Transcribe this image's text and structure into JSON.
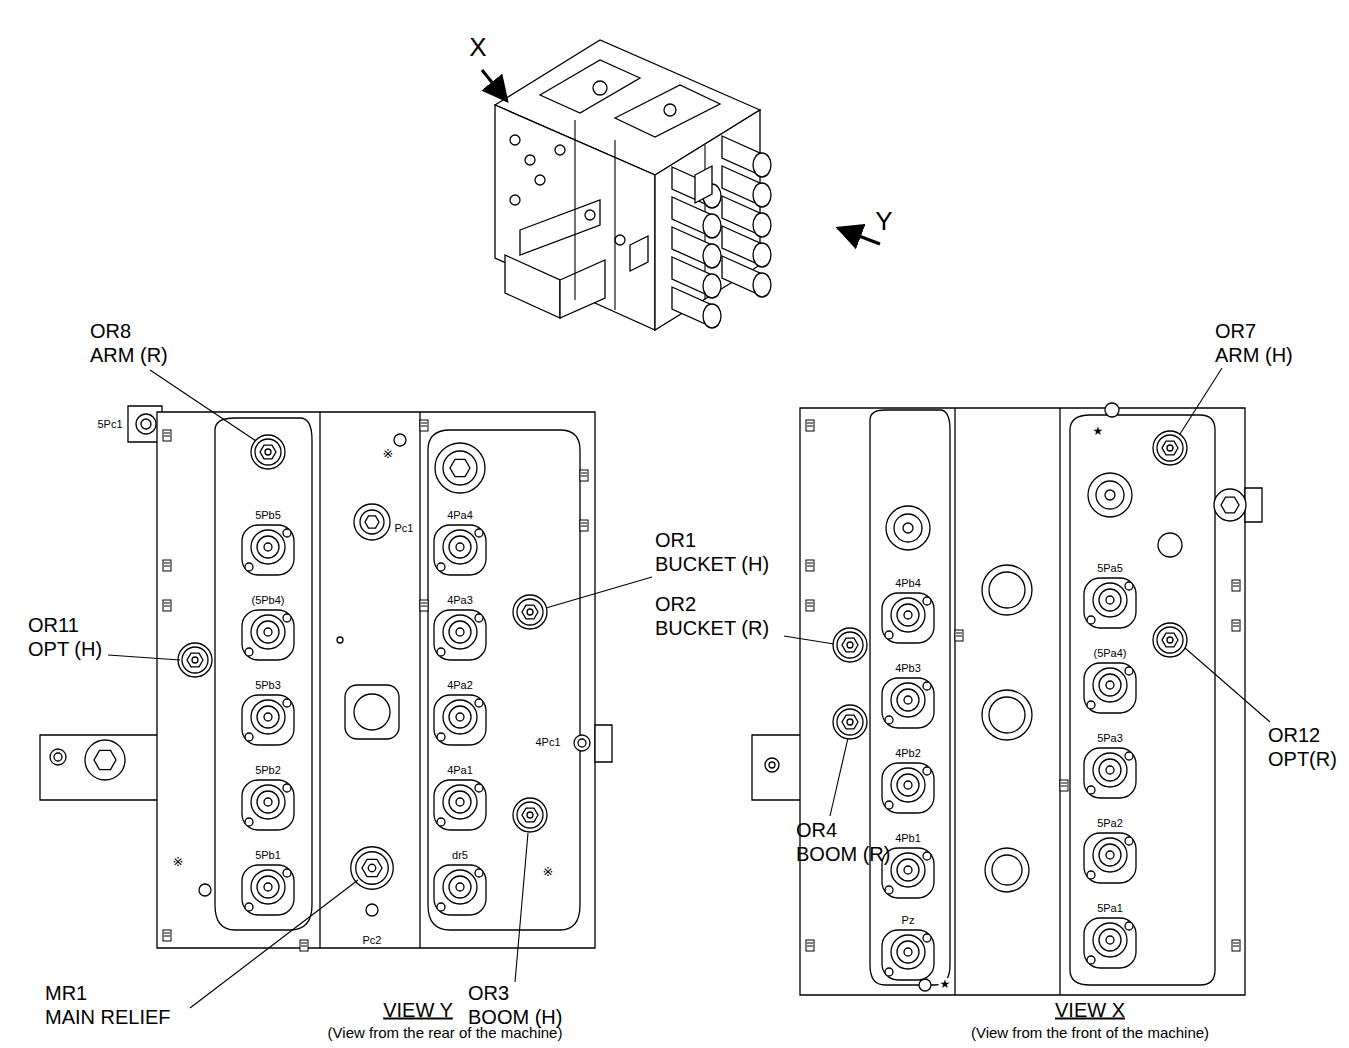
{
  "diagram": {
    "labels": [
      "X",
      "Y",
      "OR8",
      "ARM (R)",
      "OR11",
      "OPT (H)",
      "OR1",
      "BUCKET (H)",
      "MR1",
      "MAIN RELIEF",
      "OR3",
      "BOOM (H)",
      "VIEW Y",
      "(View from the rear of the machine)",
      "OR2",
      "BUCKET (R)",
      "OR4",
      "BOOM (R)",
      "OR7",
      "ARM (H)",
      "OR12",
      "OPT(R)",
      "VIEW X",
      "(View from the front of the machine)",
      "5Pc1",
      "5Pb5",
      "(5Pb4)",
      "5Pb3",
      "5Pb2",
      "5Pb1",
      "Pc1",
      "4Pa4",
      "4Pa3",
      "4Pa2",
      "4Pa1",
      "dr5",
      "4Pc1",
      "Pc2",
      "※",
      "※",
      "※",
      "4Pb4",
      "4Pb3",
      "4Pb2",
      "4Pb1",
      "Pz",
      "5Pa5",
      "(5Pa4)",
      "5Pa3",
      "5Pa2",
      "5Pa1",
      "★",
      "★"
    ]
  }
}
